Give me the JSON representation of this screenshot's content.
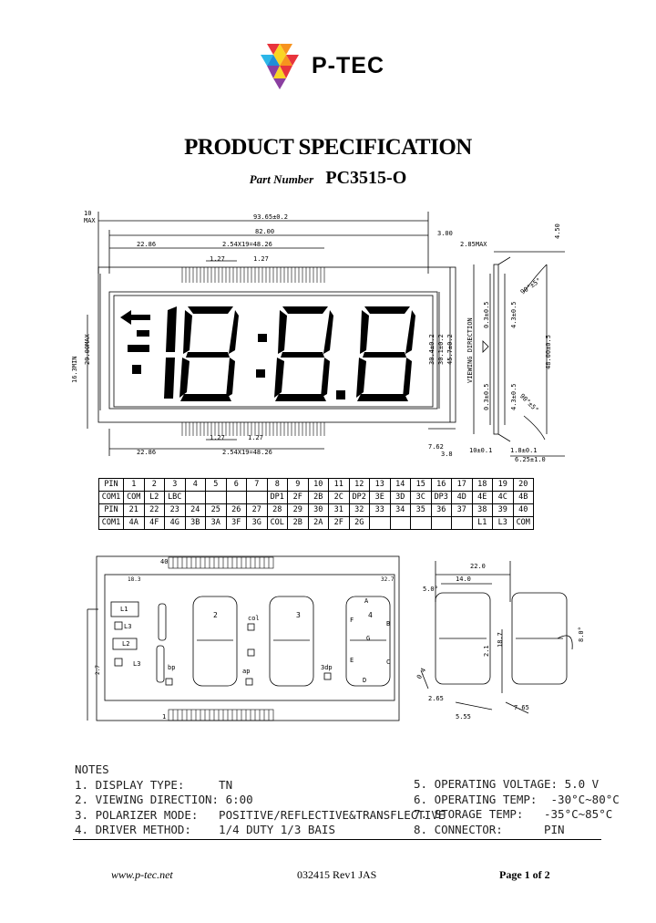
{
  "header": {
    "brand": "P-TEC",
    "title": "PRODUCT SPECIFICATION",
    "part_label": "Part Number",
    "part_number": "PC3515-O"
  },
  "colors": {
    "logo_red": "#e8343c",
    "logo_orange": "#f7931e",
    "logo_yellow": "#f9d423",
    "logo_blue": "#1f8ed8",
    "logo_purple": "#8a3fa0",
    "logo_cyan": "#2bb6e8"
  },
  "display": {
    "digits": "1 8:8.8",
    "labels": {
      "l1": "L1",
      "l2": "L2",
      "l3": "L3",
      "col": "col",
      "bp": "bp",
      "ap": "ap",
      "dp": "3dp",
      "n2": "2",
      "n3": "3",
      "n4": "4",
      "pin40": "40",
      "pin1": "1",
      "seg_a": "A",
      "seg_b": "B",
      "seg_c": "C",
      "seg_d": "D",
      "seg_e": "E",
      "seg_f": "F",
      "seg_g": "G"
    }
  },
  "dimensions": {
    "top_10max": "10",
    "max": "MAX",
    "overall": "93.65±0.2",
    "inner": "82.00",
    "d2286": "22.86",
    "pitch": "2.54X19=48.26",
    "p127": "1.27",
    "t3": "3.00",
    "t285": "2.85MAX",
    "v4": "4.30",
    "v453": "4.50",
    "d457": "45.7±0.2",
    "d304": "30.4±0.2",
    "d301": "30.1±0.2",
    "d163": "16.3MIN",
    "d290": "29.00MAX",
    "d762": "7.62",
    "d38": "3.8",
    "d101": "10±0.1",
    "d18": "1.8±0.1",
    "d625": "6.25±1.0",
    "d035": "0.3±0.5",
    "d43": "4.3±0.5",
    "d48": "48.00±0.5",
    "vd": "VIEWING DIRECTION",
    "ang90": "90°±5°",
    "w1": "1.27",
    "w2": "1.27",
    "d2286b": "22.86",
    "pitchb": "2.54X19=48.26"
  },
  "pin_table": {
    "rows": [
      [
        "PIN",
        "1",
        "2",
        "3",
        "4",
        "5",
        "6",
        "7",
        "8",
        "9",
        "10",
        "11",
        "12",
        "13",
        "14",
        "15",
        "16",
        "17",
        "18",
        "19",
        "20"
      ],
      [
        "COM1",
        "COM",
        "L2",
        "LBC",
        "",
        "",
        "",
        "",
        "DP1",
        "2F",
        "2B",
        "2C",
        "DP2",
        "3E",
        "3D",
        "3C",
        "DP3",
        "4D",
        "4E",
        "4C",
        "4B"
      ],
      [
        "PIN",
        "21",
        "22",
        "23",
        "24",
        "25",
        "26",
        "27",
        "28",
        "29",
        "30",
        "31",
        "32",
        "33",
        "34",
        "35",
        "36",
        "37",
        "38",
        "39",
        "40"
      ],
      [
        "COM1",
        "4A",
        "4F",
        "4G",
        "3B",
        "3A",
        "3F",
        "3G",
        "COL",
        "2B",
        "2A",
        "2F",
        "2G",
        "",
        "",
        "",
        "",
        "",
        "L1",
        "L3",
        "COM"
      ]
    ]
  },
  "seg_dims": {
    "d220": "22.0",
    "d140": "14.0",
    "a50": "5.0°",
    "d187": "18.7",
    "d21": "2.1",
    "d04": "0.4",
    "d265": "2.65",
    "d555": "5.55",
    "d765": "7.65",
    "a8": "8.0°",
    "d183": "18.3",
    "d27": "2.7",
    "d327": "32.7"
  },
  "notes": {
    "left": "NOTES\n1. DISPLAY TYPE:     TN\n2. VIEWING DIRECTION: 6:00\n3. POLARIZER MODE:   POSITIVE/REFLECTIVE&TRANSFLECTIVE\n4. DRIVER METHOD:    1/4 DUTY 1/3 BAIS",
    "right": "5. OPERATING VOLTAGE: 5.0 V\n6. OPERATING TEMP:  -30°C~80°C\n7. STORAGE TEMP:   -35°C~85°C\n8. CONNECTOR:      PIN"
  },
  "footer": {
    "website": "www.p-tec.net",
    "rev": "032415 Rev1 JAS",
    "page": "Page 1 of 2"
  }
}
